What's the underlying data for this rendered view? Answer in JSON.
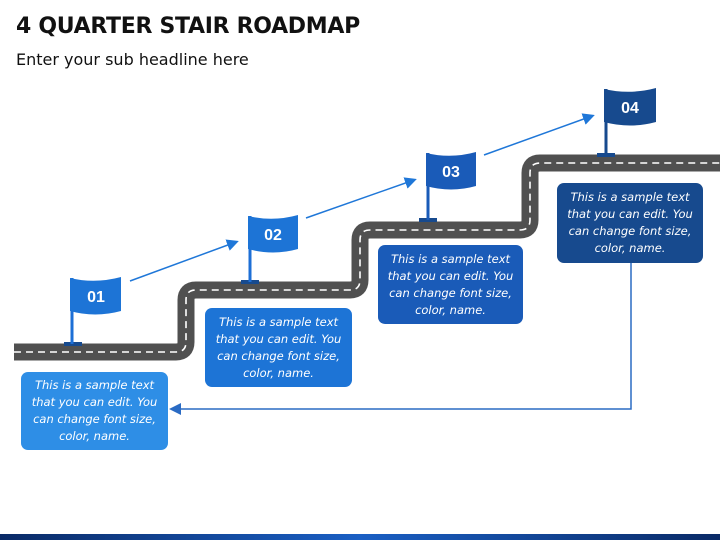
{
  "header": {
    "title": "4 QUARTER STAIR ROADMAP",
    "subtitle": "Enter your sub headline here"
  },
  "steps": [
    {
      "flag_label": "01",
      "text": "This is a sample text that you can edit. You can change font size, color, name.",
      "color": "#2e8ee6"
    },
    {
      "flag_label": "02",
      "text": "This is a sample text that you can edit. You can change font size, color, name.",
      "color": "#1d74d6"
    },
    {
      "flag_label": "03",
      "text": "This is a sample text that you can edit. You can change font size, color, name.",
      "color": "#1a5bb8"
    },
    {
      "flag_label": "04",
      "text": "This is a sample text that you can edit. You can change font size, color, name.",
      "color": "#174a8e"
    }
  ],
  "colors": {
    "road": "#505050",
    "road_dash": "#ffffff",
    "arrow": "#1f77d8",
    "connector": "#2a6bc4"
  }
}
